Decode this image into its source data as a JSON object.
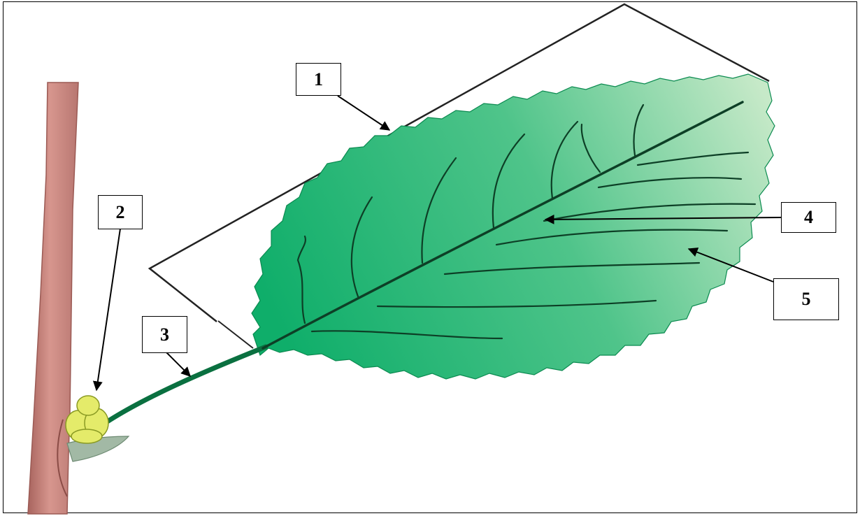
{
  "labels": {
    "l1": "1",
    "l2": "2",
    "l3": "3",
    "l4": "4",
    "l5": "5"
  },
  "colors": {
    "stem": "#c98a84",
    "stem_shade": "#a8645e",
    "leaf_dark": "#0fae6a",
    "leaf_light": "#bfe5c2",
    "vein": "#0d3f26",
    "petiole": "#0a7040",
    "bud": "#e4eb6a",
    "stipule": "#a2b9a5"
  }
}
